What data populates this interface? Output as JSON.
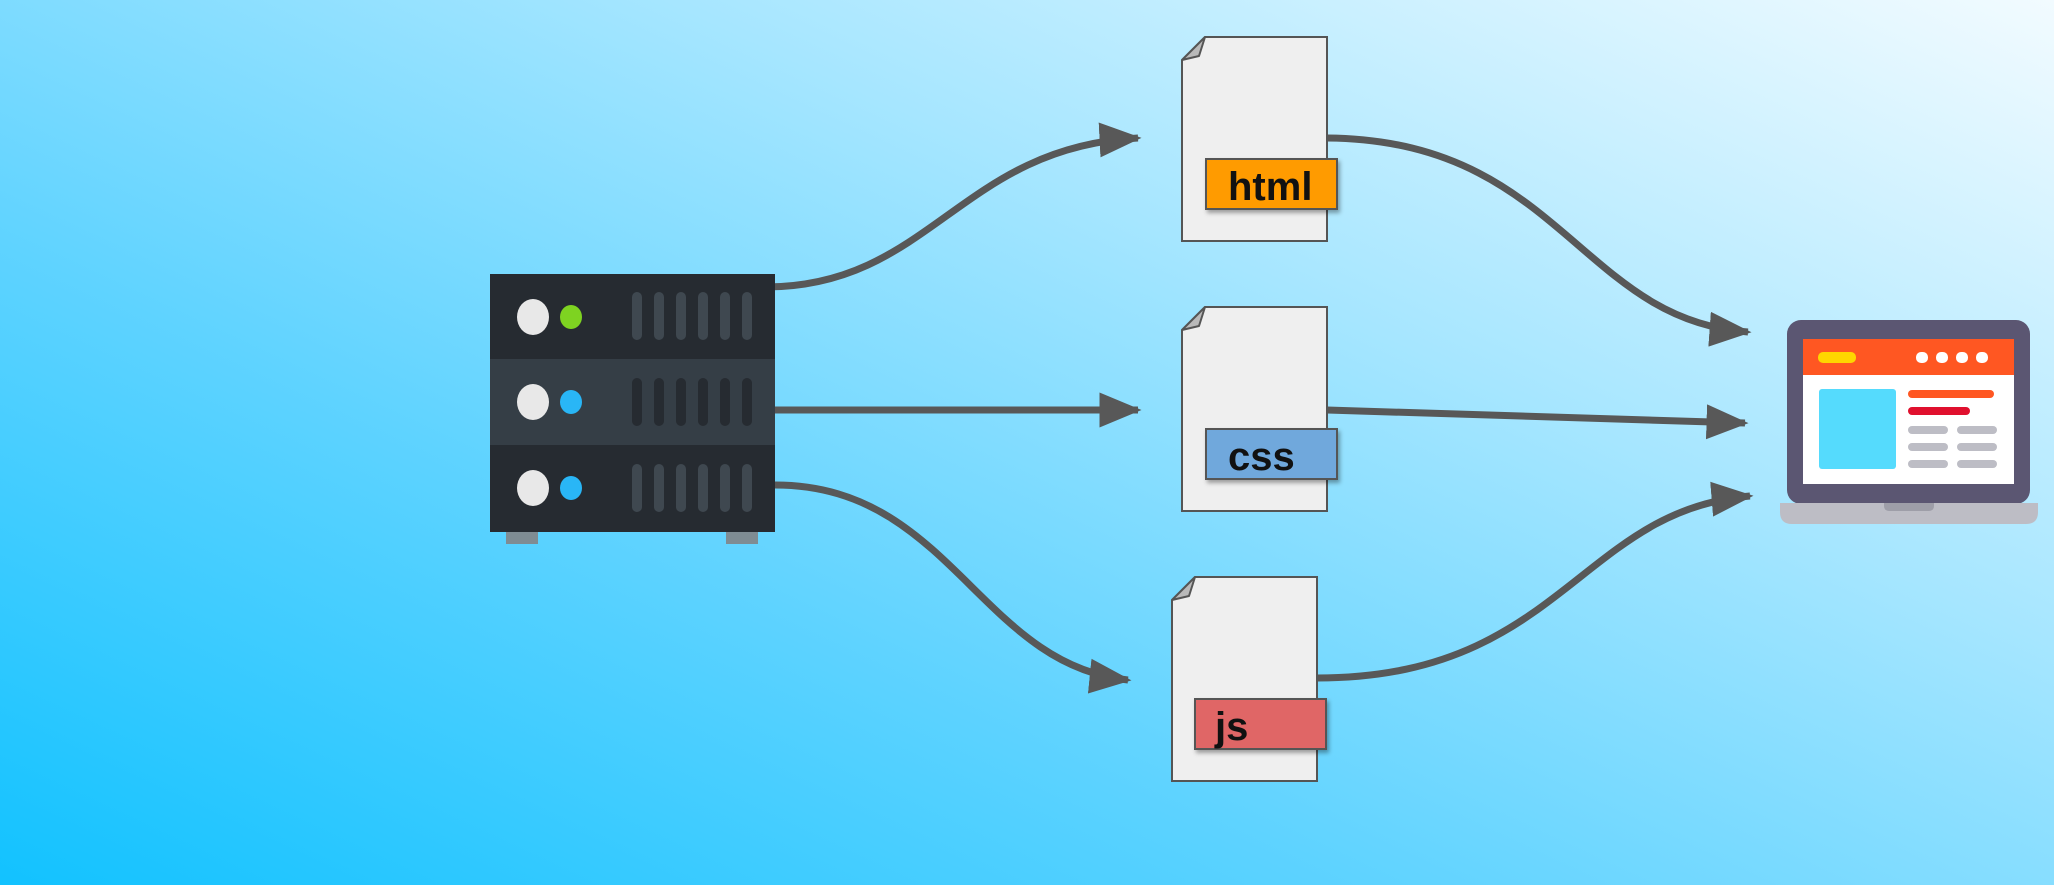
{
  "diagram": {
    "nodes": {
      "server": {
        "icon": "server-rack-icon"
      },
      "files": [
        {
          "id": "html",
          "label": "html",
          "color": "#ff9b05"
        },
        {
          "id": "css",
          "label": "css",
          "color": "#6fa8dc"
        },
        {
          "id": "js",
          "label": "js",
          "color": "#e06666"
        }
      ],
      "browser": {
        "icon": "laptop-browser-icon"
      }
    },
    "edges": [
      {
        "from": "server",
        "to": "html"
      },
      {
        "from": "server",
        "to": "css"
      },
      {
        "from": "server",
        "to": "js"
      },
      {
        "from": "html",
        "to": "browser"
      },
      {
        "from": "css",
        "to": "browser"
      },
      {
        "from": "js",
        "to": "browser"
      }
    ],
    "colors": {
      "arrow": "#585858",
      "server_dark": "#262b31",
      "server_mid": "#353e46",
      "laptop_frame": "#5b5672",
      "browser_header": "#ff5722"
    }
  }
}
